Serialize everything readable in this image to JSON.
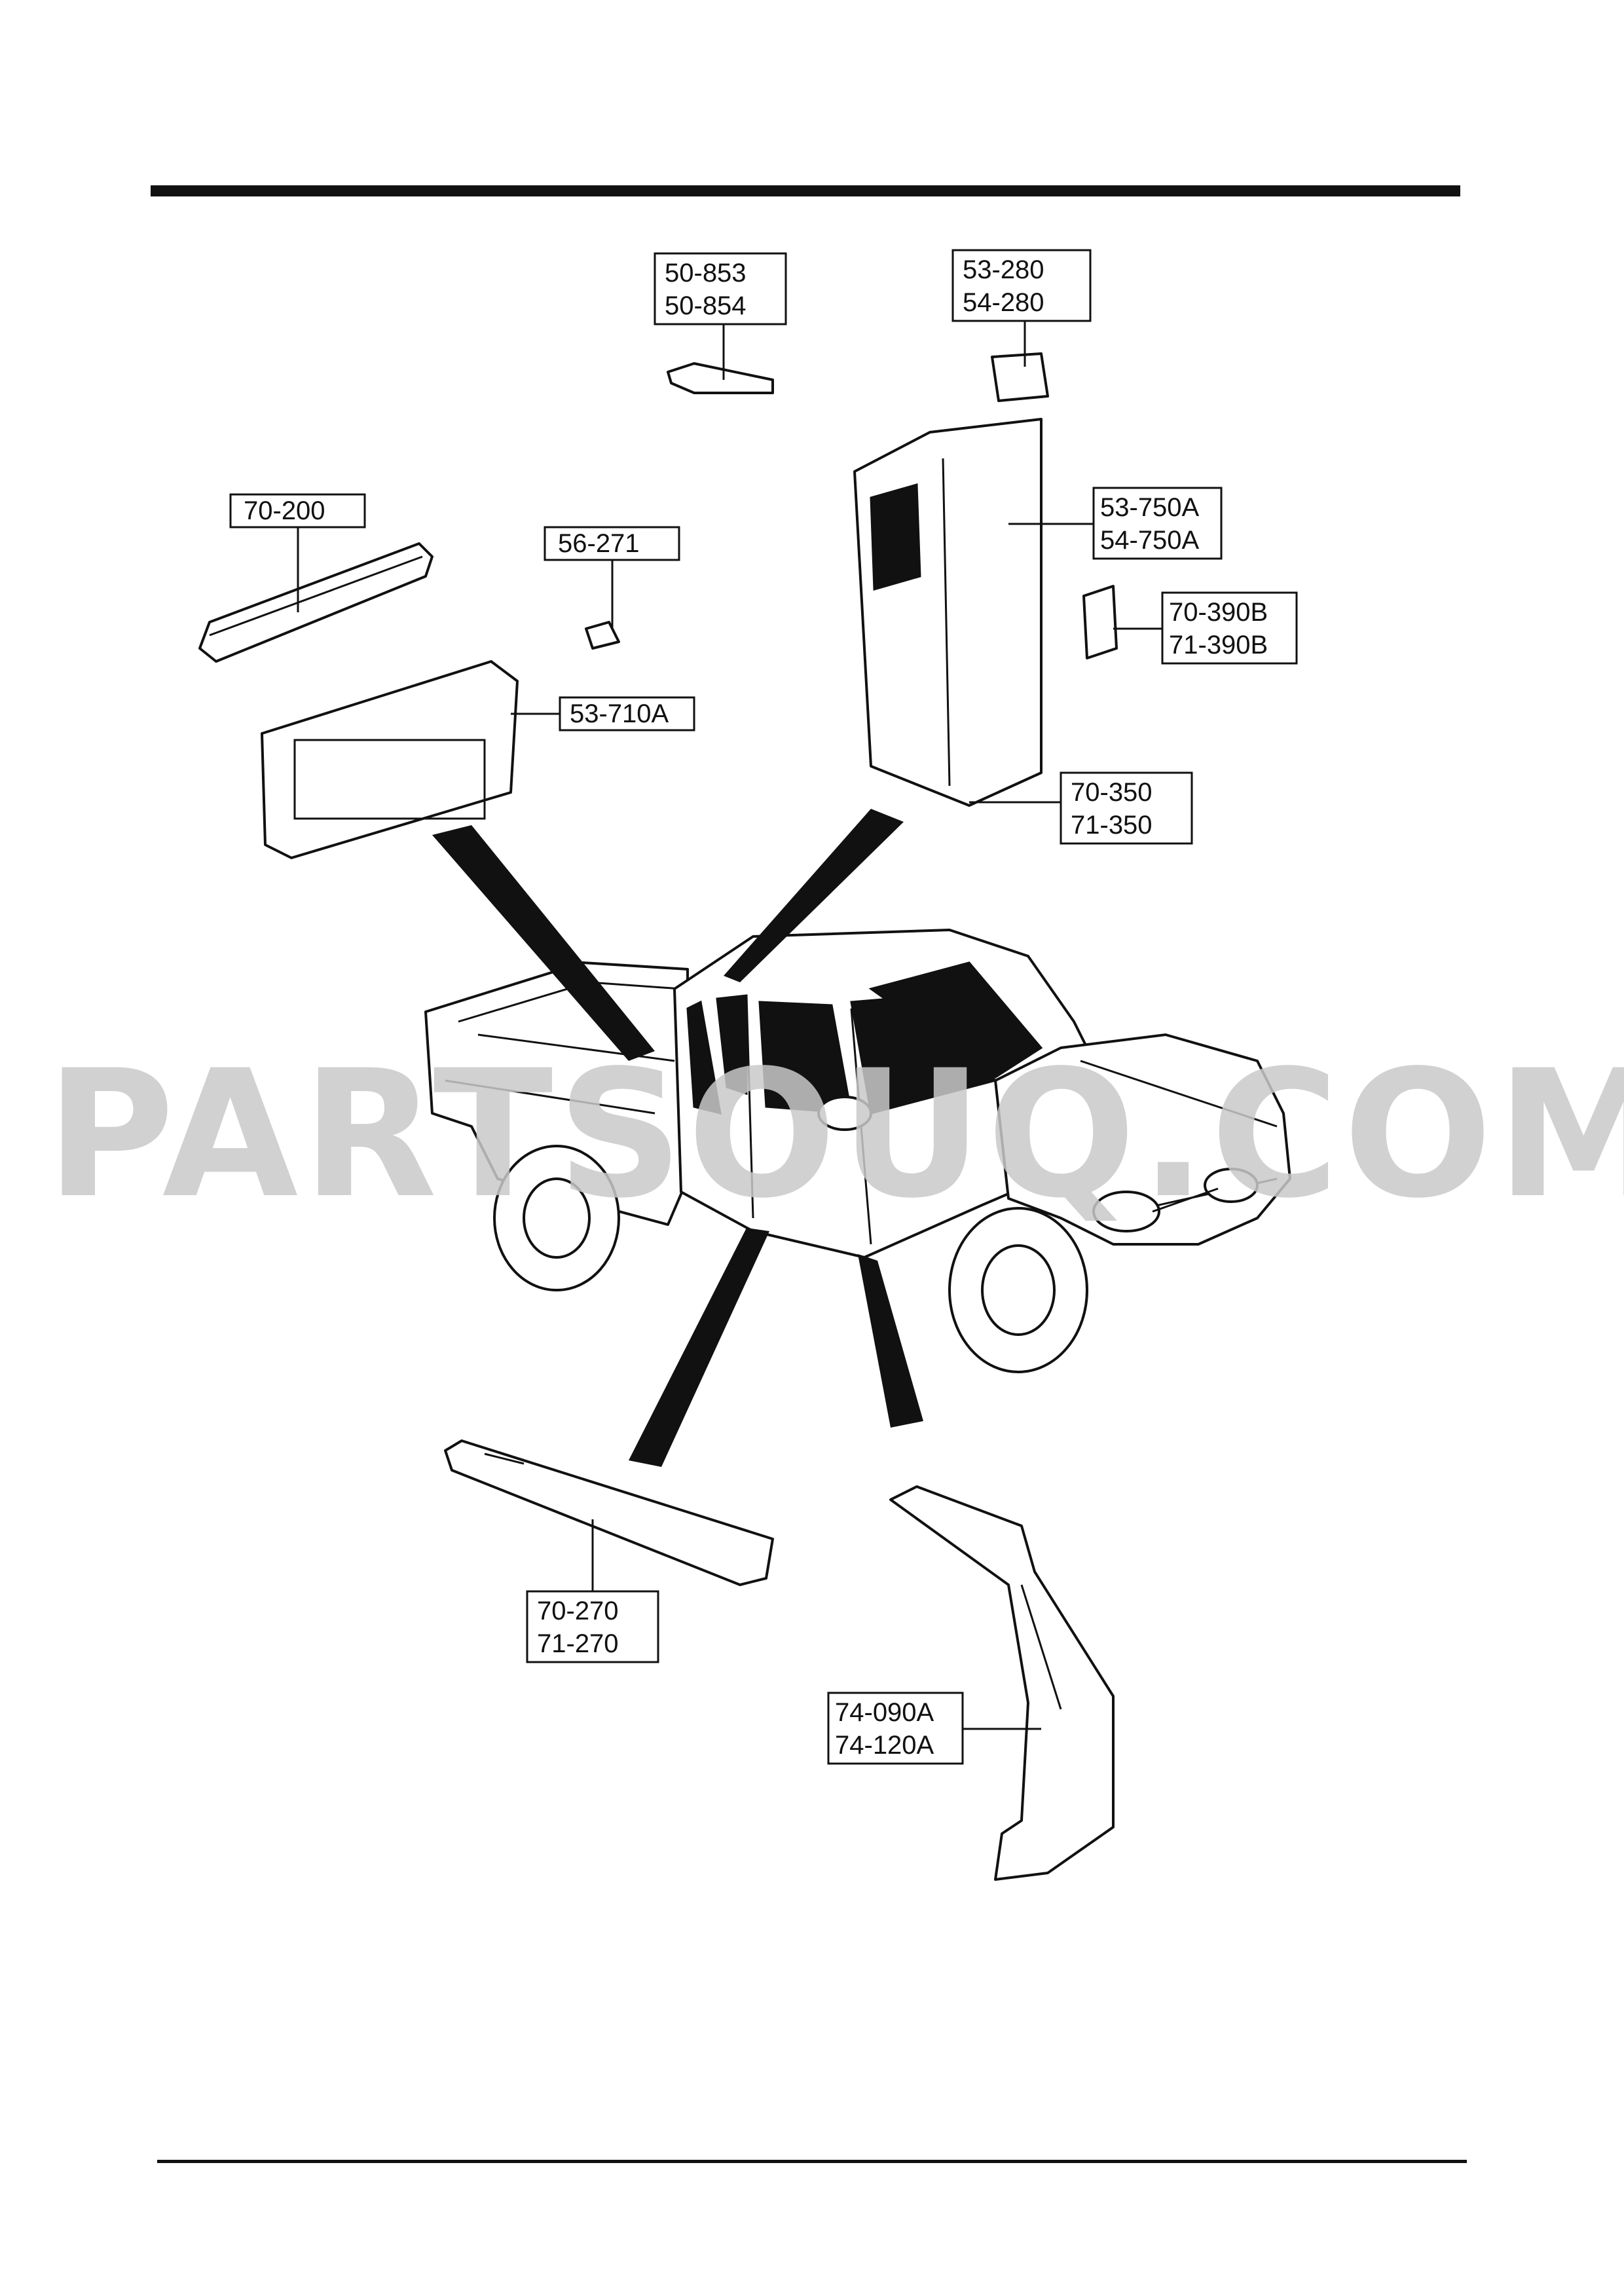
{
  "watermark": "PARTSOUQ.COM",
  "callouts": [
    {
      "id": "c1",
      "lines": [
        "50-853",
        "50-854"
      ]
    },
    {
      "id": "c2",
      "lines": [
        "53-280",
        "54-280"
      ]
    },
    {
      "id": "c3",
      "lines": [
        "70-200"
      ]
    },
    {
      "id": "c4",
      "lines": [
        "56-271"
      ]
    },
    {
      "id": "c5",
      "lines": [
        "53-750A",
        "54-750A"
      ]
    },
    {
      "id": "c6",
      "lines": [
        "70-390B",
        "71-390B"
      ]
    },
    {
      "id": "c7",
      "lines": [
        "53-710A"
      ]
    },
    {
      "id": "c8",
      "lines": [
        "70-350",
        "71-350"
      ]
    },
    {
      "id": "c9",
      "lines": [
        "70-270",
        "71-270"
      ]
    },
    {
      "id": "c10",
      "lines": [
        "74-090A",
        "74-120A"
      ]
    }
  ],
  "colors": {
    "line": "#111111",
    "watermark": "#c9c9c9",
    "background": "#ffffff"
  }
}
